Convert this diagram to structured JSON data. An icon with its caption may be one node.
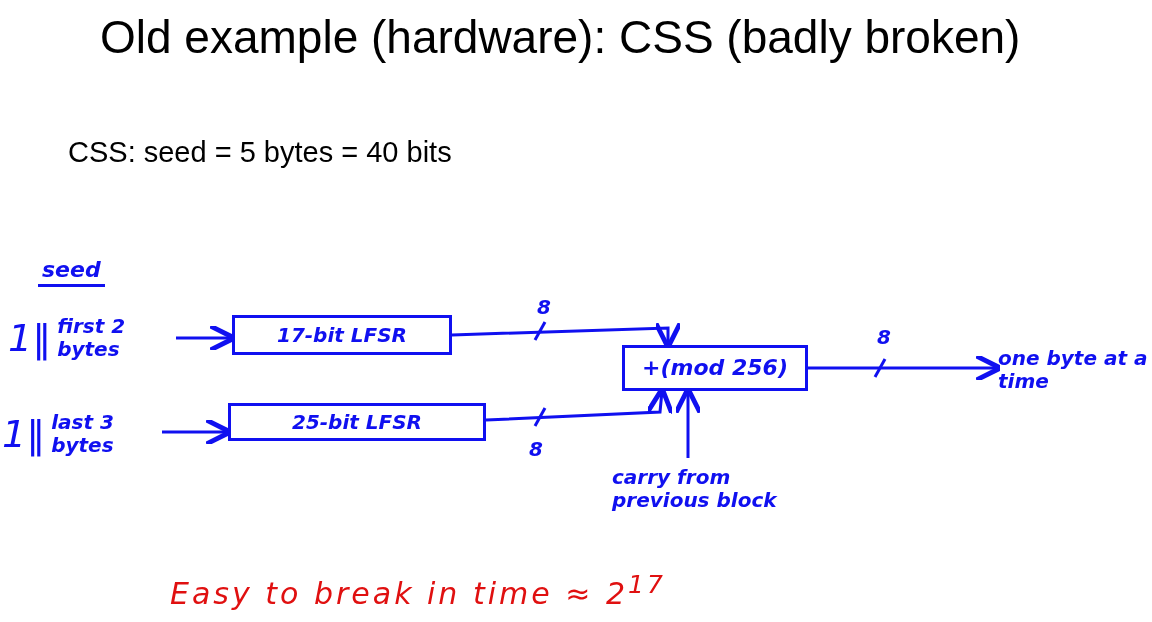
{
  "diagram": {
    "title": "Old example (hardware): CSS (badly broken)",
    "nodes": [
      {
        "text": [
          "1‖",
          "first 2 bytes"
        ]
      },
      {
        "text": [
          "1‖",
          "last 3 bytes"
        ]
      },
      {
        "text": [
          "17-bit LFSR"
        ]
      },
      {
        "text": [
          "25-bit LFSR"
        ]
      },
      {
        "text": [
          "+(mod 256)"
        ]
      },
      {
        "text": [
          "carry from previous block"
        ]
      },
      {
        "text": [
          "one byte at a time"
        ]
      }
    ],
    "edges": [
      {
        "from": 0,
        "to": 2,
        "arrow": "to"
      },
      {
        "from": 1,
        "to": 3,
        "arrow": "to"
      },
      {
        "from": 2,
        "to": 4,
        "arrow": "to",
        "label": "8"
      },
      {
        "from": 3,
        "to": 4,
        "arrow": "to",
        "label": "8"
      },
      {
        "from": 5,
        "to": 4,
        "arrow": "to"
      },
      {
        "from": 4,
        "to": 6,
        "arrow": "to",
        "label": "8"
      }
    ],
    "labels": [
      "CSS: seed = 5 bytes = 40 bits",
      "seed",
      "Easy to break in time ≈ 2$^{17}$"
    ]
  }
}
